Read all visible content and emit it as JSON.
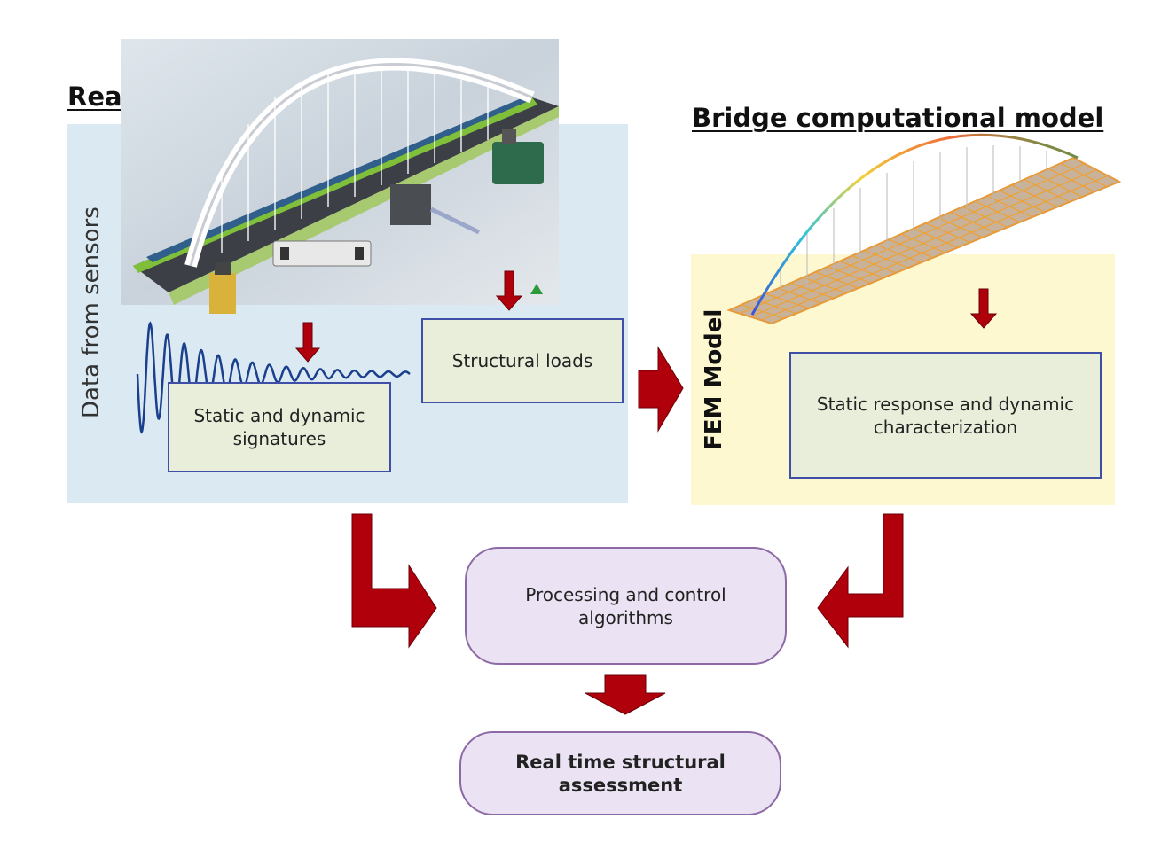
{
  "real_bridge": {
    "heading": "Real bridge",
    "side_label": "Data from sensors",
    "signatures_box": "Static and dynamic signatures",
    "loads_box": "Structural loads"
  },
  "model": {
    "heading": "Bridge computational model",
    "side_label": "FEM Model",
    "response_box": "Static response and dynamic characterization"
  },
  "processing": {
    "label": "Processing and control algorithms"
  },
  "assessment": {
    "label": "Real time structural assessment"
  },
  "colors": {
    "arrow": "#b0000c",
    "blue_panel": "#dbeaf2",
    "yellow_panel": "#fdf8cf",
    "box_fill": "#e9eedb",
    "box_border": "#3f4fa8",
    "pill_fill": "#ebe3f3",
    "pill_border": "#8d6aa6"
  }
}
